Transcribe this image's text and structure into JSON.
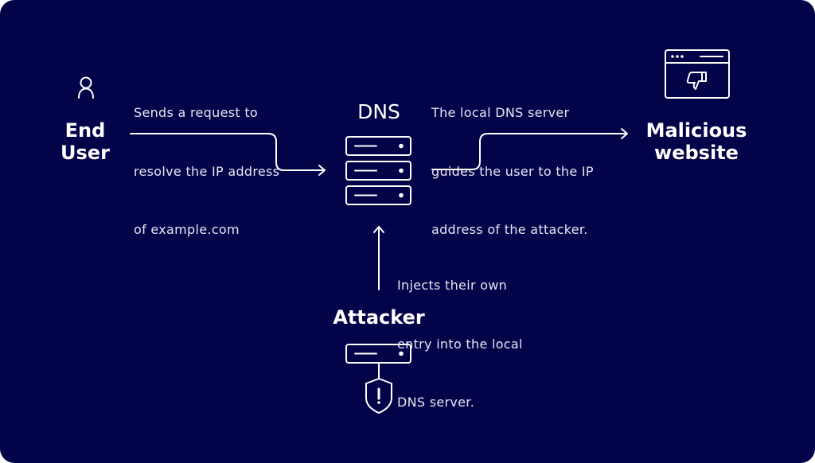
{
  "diagram": {
    "title": "DNS spoofing attack",
    "nodes": {
      "end_user": {
        "label_line1": "End",
        "label_line2": "User",
        "icon": "user-icon"
      },
      "dns": {
        "label": "DNS",
        "icon": "server-stack-icon"
      },
      "malicious_website": {
        "label_line1": "Malicious",
        "label_line2": "website",
        "icon": "browser-thumbs-down-icon"
      },
      "attacker": {
        "label": "Attacker",
        "icon": "server-shield-warning-icon"
      }
    },
    "edges": {
      "user_to_dns": {
        "line1": "Sends a request to",
        "line2": "resolve the IP address",
        "line3": "of example.com"
      },
      "dns_to_website": {
        "line1": "The local DNS server",
        "line2": "guides the user to the IP",
        "line3": "address of the attacker."
      },
      "attacker_to_dns": {
        "line1": "Injects their own",
        "line2": "entry into the local",
        "line3": "DNS server."
      }
    },
    "colors": {
      "background": "#03034a",
      "foreground": "#ffffff"
    }
  }
}
